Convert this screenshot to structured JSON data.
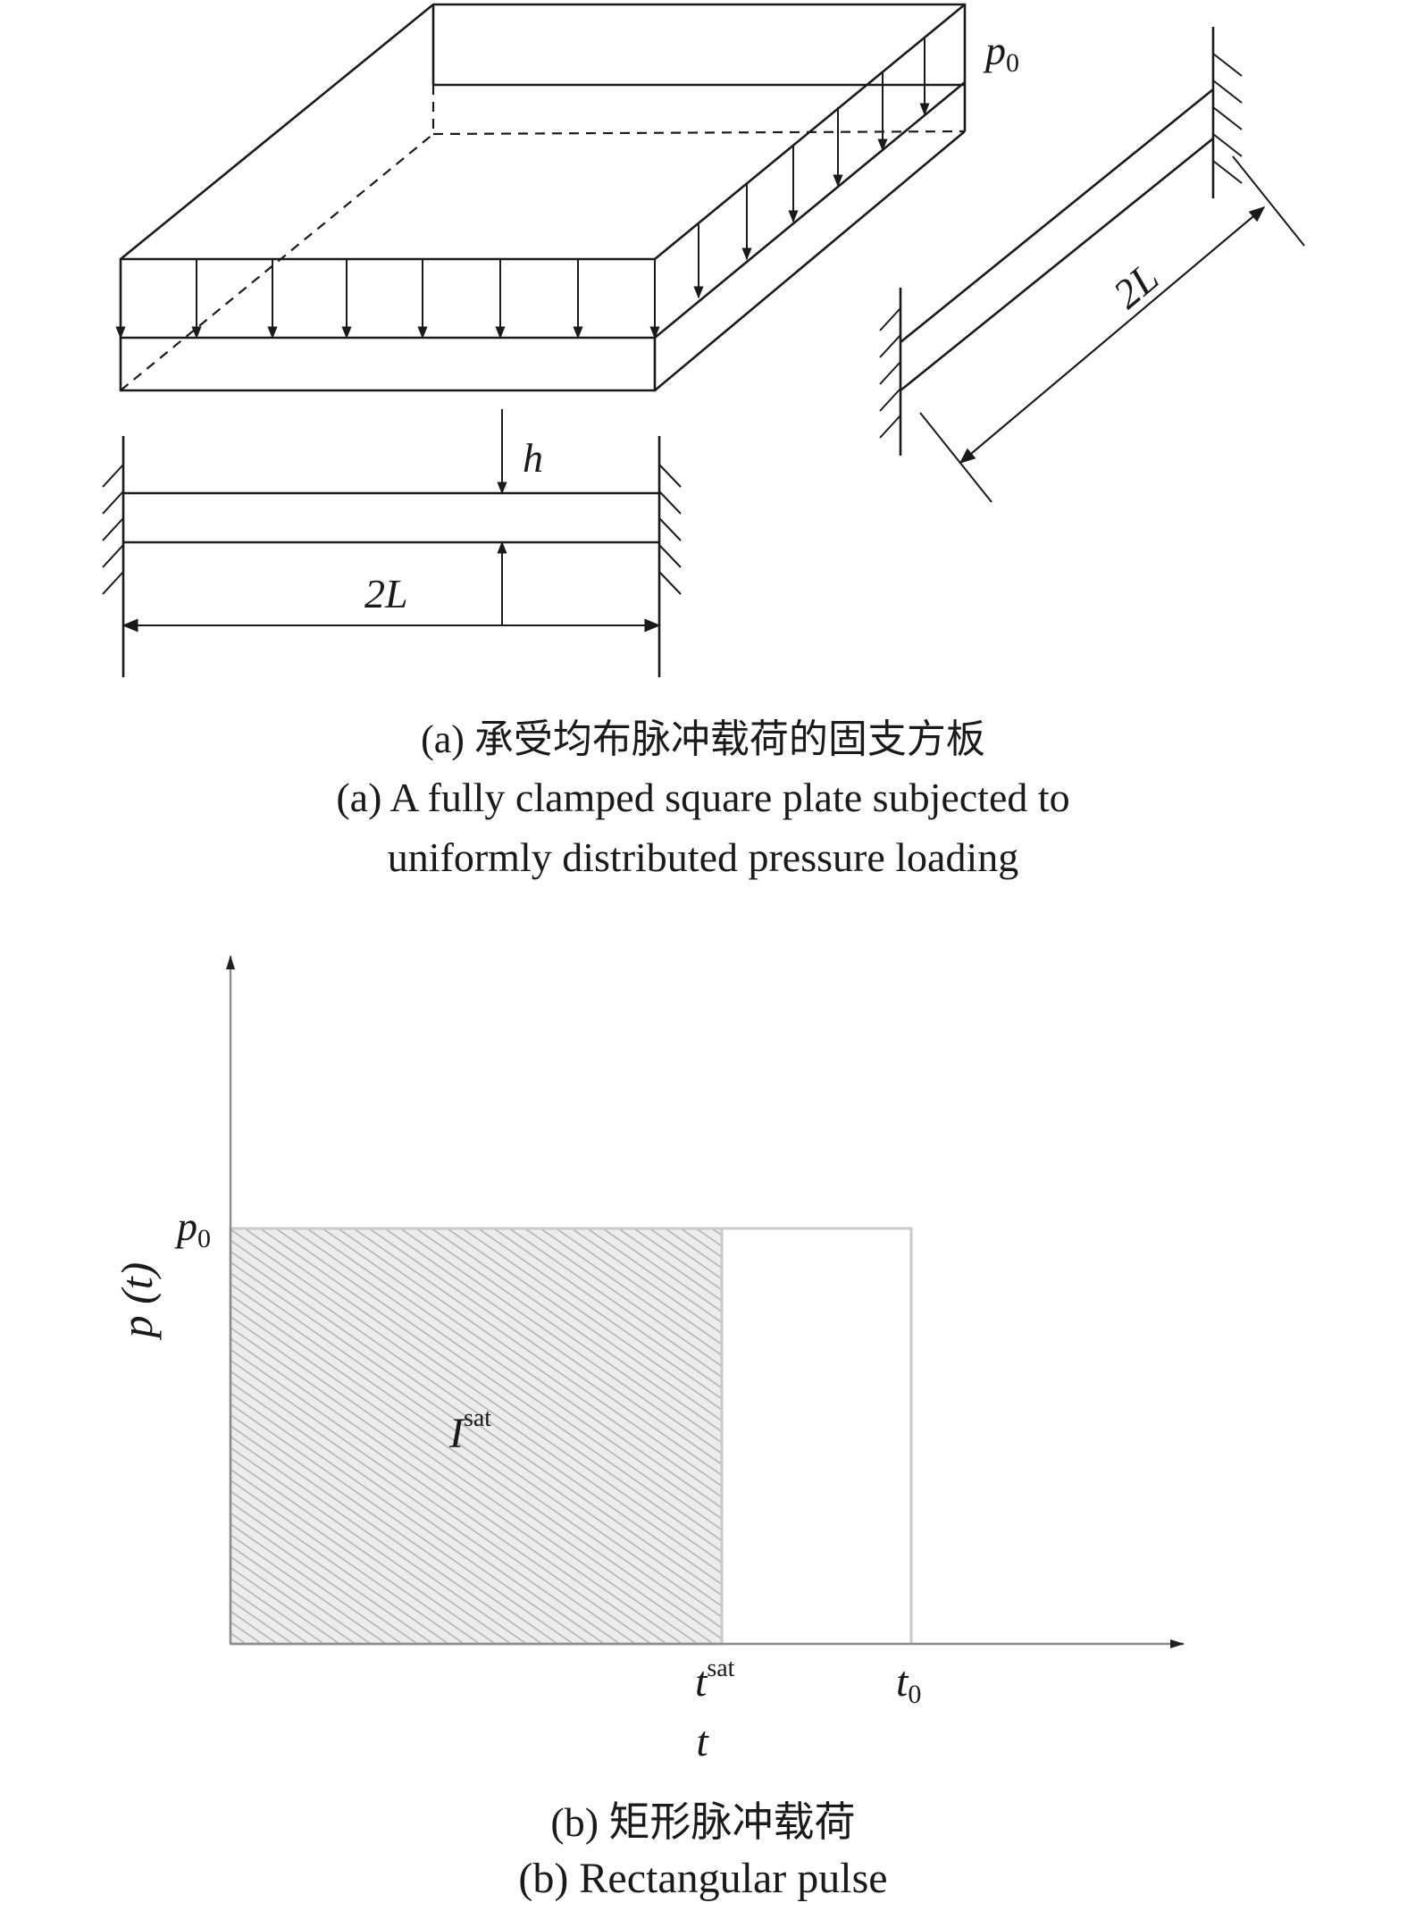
{
  "panel_a": {
    "pressure_label": "p",
    "pressure_sub": "0",
    "thickness_label": "h",
    "span_label_side": "2L",
    "span_label_front": "2L",
    "caption_cn": "(a) 承受均布脉冲载荷的固支方板",
    "caption_en_line1": "(a) A fully clamped square plate subjected to",
    "caption_en_line2": "uniformly distributed pressure loading"
  },
  "panel_b": {
    "y_label": "p (t)",
    "p0_label": "p",
    "p0_sub": "0",
    "impulse_label": "I",
    "impulse_sup": "sat",
    "tsat_label": "t",
    "tsat_sup": "sat",
    "t0_label": "t",
    "t0_sub": "0",
    "x_label": "t",
    "caption_cn": "(b) 矩形脉冲载荷",
    "caption_en": "(b) Rectangular pulse"
  },
  "colors": {
    "line": "#1a1a1a",
    "axis": "#8c8c8c",
    "pulse_outline": "#c9c9c9",
    "hatch": "#b0b0b0"
  }
}
